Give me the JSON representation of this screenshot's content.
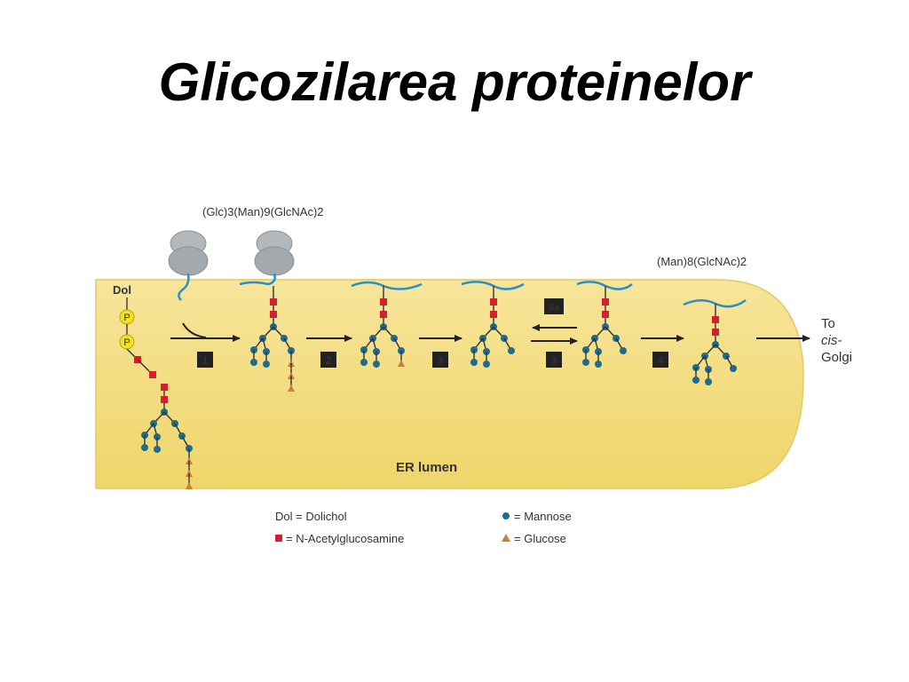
{
  "title": "Glicozilarea proteinelor",
  "diagram": {
    "top_label": "(Glc)3(Man)9(GlcNAc)2",
    "right_label": "(Man)8(GlcNAc)2",
    "dol_label": "Dol",
    "phosphate_label": "P",
    "steps": [
      "1",
      "2",
      "3",
      "3a",
      "3",
      "4"
    ],
    "destination": [
      "To",
      "cis-",
      "Golgi"
    ],
    "compartment_label": "ER lumen",
    "legend": {
      "dol": "Dol = Dolichol",
      "glcnac": "= N-Acetylglucosamine",
      "mannose": "= Mannose",
      "glucose": "= Glucose"
    },
    "colors": {
      "lumen": "#f4de7e",
      "glcnac": "#d81e2e",
      "mannose": "#1f6b8e",
      "glucose": "#c8813a",
      "phosphate": "#f3e020",
      "protein": "#2a8fc7",
      "ribosome": "#a9aeb3"
    }
  }
}
